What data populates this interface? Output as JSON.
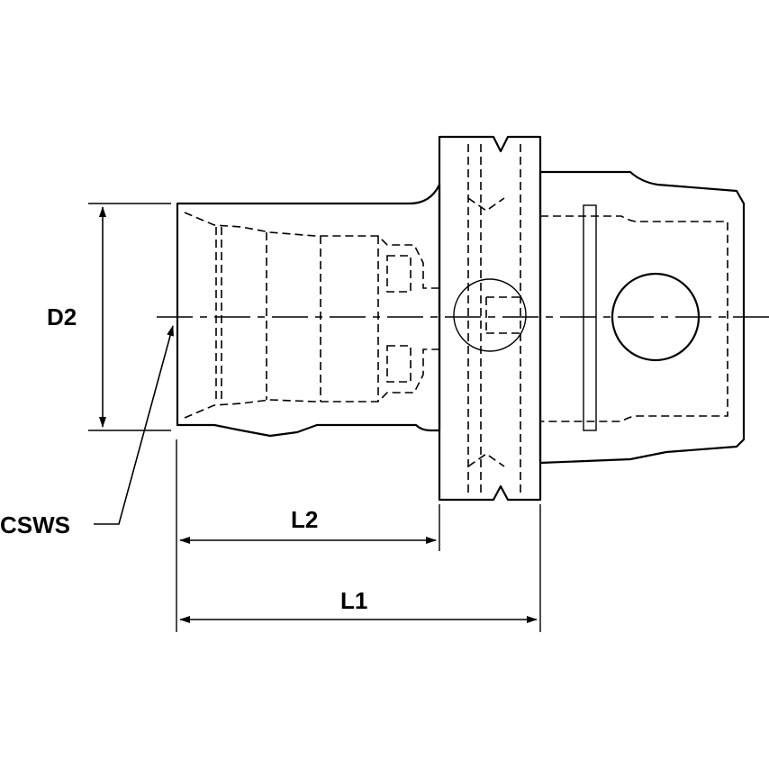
{
  "drawing": {
    "body_color": "#d1d1d1",
    "line_color": "#000000",
    "background": "#ffffff"
  },
  "dimensions": {
    "d2": "D2",
    "l1": "L1",
    "l2": "L2",
    "csws": "CSWS"
  }
}
